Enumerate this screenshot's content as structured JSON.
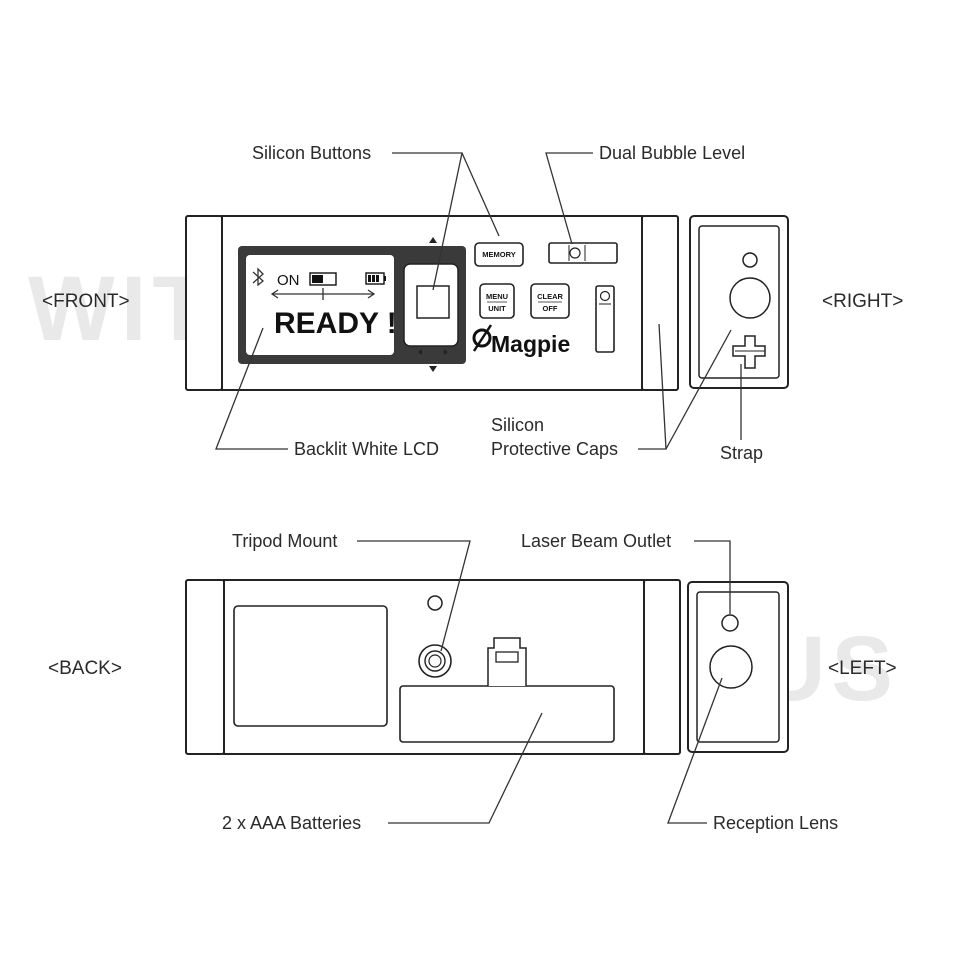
{
  "watermark": "WITHUS",
  "views": {
    "front": "<FRONT>",
    "right": "<RIGHT>",
    "back": "<BACK>",
    "left": "<LEFT>"
  },
  "callouts": {
    "silicon_buttons": "Silicon Buttons",
    "dual_bubble_level": "Dual Bubble Level",
    "backlit_lcd": "Backlit White LCD",
    "protective_caps_line1": "Silicon",
    "protective_caps_line2": "Protective Caps",
    "strap": "Strap",
    "tripod_mount": "Tripod Mount",
    "laser_beam_outlet": "Laser Beam Outlet",
    "batteries": "2 x AAA Batteries",
    "reception_lens": "Reception Lens"
  },
  "lcd": {
    "status": "ON",
    "message": "READY !"
  },
  "buttons": {
    "memory": "MEMORY",
    "menu_line1": "MENU",
    "menu_line2": "UNIT",
    "clear_line1": "CLEAR",
    "clear_line2": "OFF"
  },
  "brand": "Magpie",
  "icons": {
    "bluetooth": "bluetooth-icon",
    "battery": "battery-icon",
    "nav_up": "arrow-up-icon",
    "nav_down": "arrow-down-icon",
    "nav_left": "arrow-left-icon",
    "nav_right": "arrow-right-icon"
  }
}
